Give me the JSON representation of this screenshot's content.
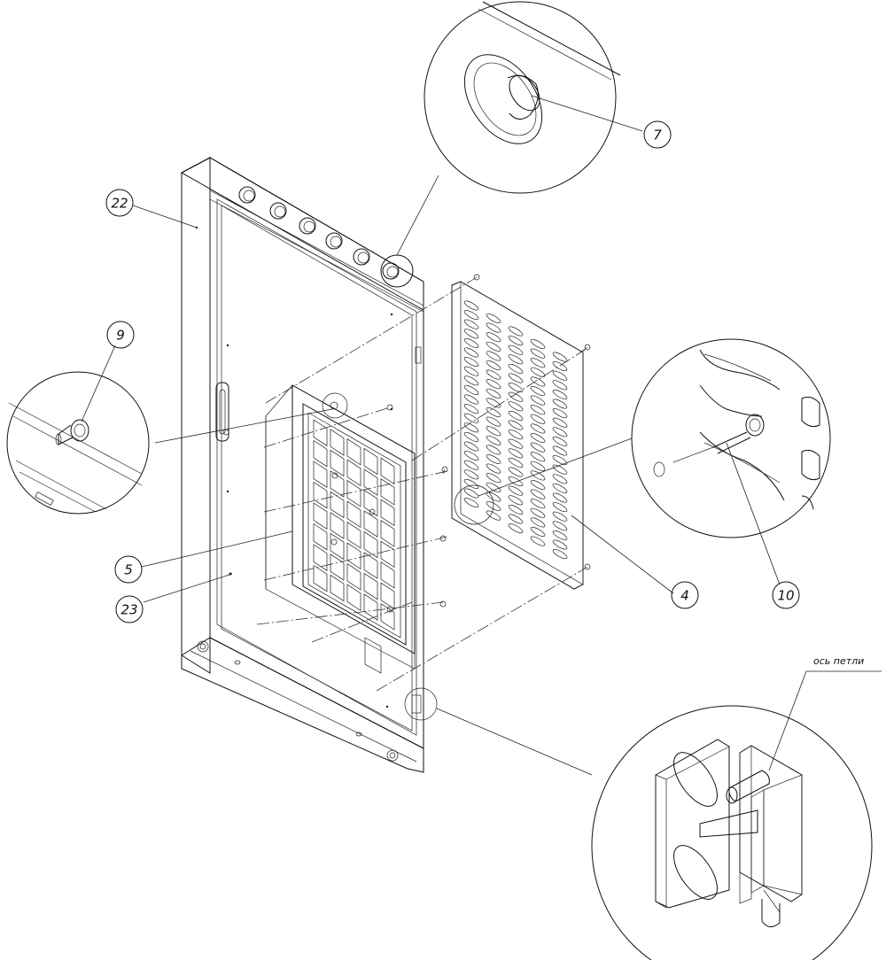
{
  "callouts": [
    {
      "id": "22",
      "label": "22"
    },
    {
      "id": "9",
      "label": "9"
    },
    {
      "id": "5",
      "label": "5"
    },
    {
      "id": "23",
      "label": "23"
    },
    {
      "id": "7",
      "label": "7"
    },
    {
      "id": "4",
      "label": "4"
    },
    {
      "id": "10",
      "label": "10"
    }
  ],
  "note": {
    "hinge_axis_label": "ось петли"
  }
}
